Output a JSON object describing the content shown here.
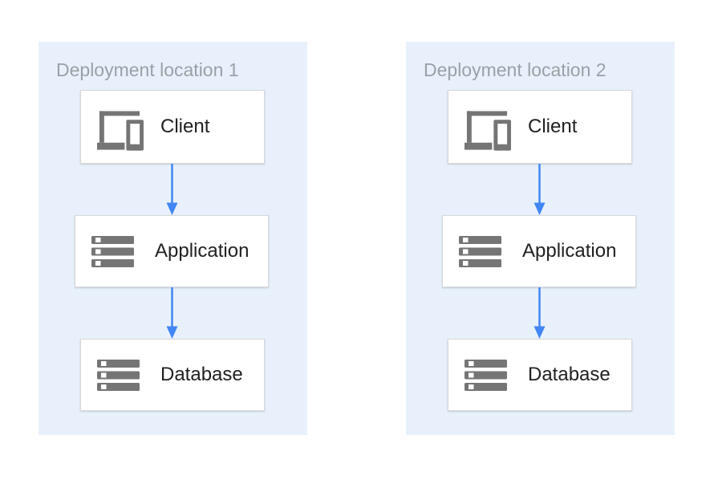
{
  "colors": {
    "zone_background": "#E8F1FB",
    "node_background": "#FFFFFF",
    "node_border": "#D7D9DC",
    "icon_gray": "#757575",
    "arrow_blue": "#4285F4",
    "zone_title_gray": "#9AA0A6",
    "label_color": "#212121"
  },
  "diagram": {
    "zones": [
      {
        "title": "Deployment location 1",
        "nodes": [
          {
            "id": "client",
            "label": "Client",
            "icon": "devices-icon"
          },
          {
            "id": "application",
            "label": "Application",
            "icon": "server-stack-icon"
          },
          {
            "id": "database",
            "label": "Database",
            "icon": "server-stack-icon"
          }
        ],
        "edges": [
          {
            "from": "Client",
            "to": "Application"
          },
          {
            "from": "Application",
            "to": "Database"
          }
        ]
      },
      {
        "title": "Deployment location 2",
        "nodes": [
          {
            "id": "client",
            "label": "Client",
            "icon": "devices-icon"
          },
          {
            "id": "application",
            "label": "Application",
            "icon": "server-stack-icon"
          },
          {
            "id": "database",
            "label": "Database",
            "icon": "server-stack-icon"
          }
        ],
        "edges": [
          {
            "from": "Client",
            "to": "Application"
          },
          {
            "from": "Application",
            "to": "Database"
          }
        ]
      }
    ]
  }
}
